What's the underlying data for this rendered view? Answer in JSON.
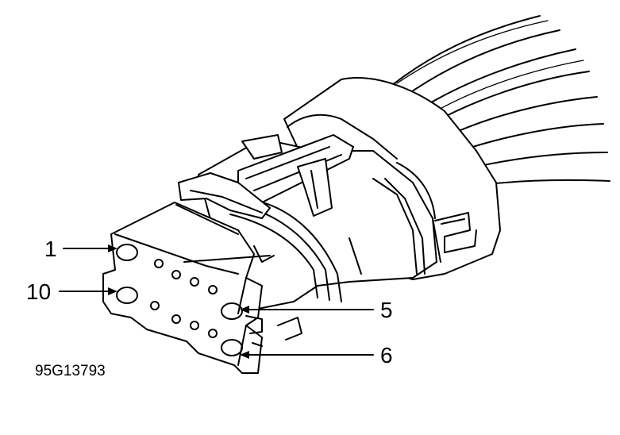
{
  "figure_code": "95G13793",
  "callouts": [
    {
      "id": "pin-1",
      "label": "1"
    },
    {
      "id": "pin-10",
      "label": "10"
    },
    {
      "id": "pin-5",
      "label": "5"
    },
    {
      "id": "pin-6",
      "label": "6"
    }
  ],
  "colors": {
    "line": "#000000",
    "background": "#ffffff"
  }
}
